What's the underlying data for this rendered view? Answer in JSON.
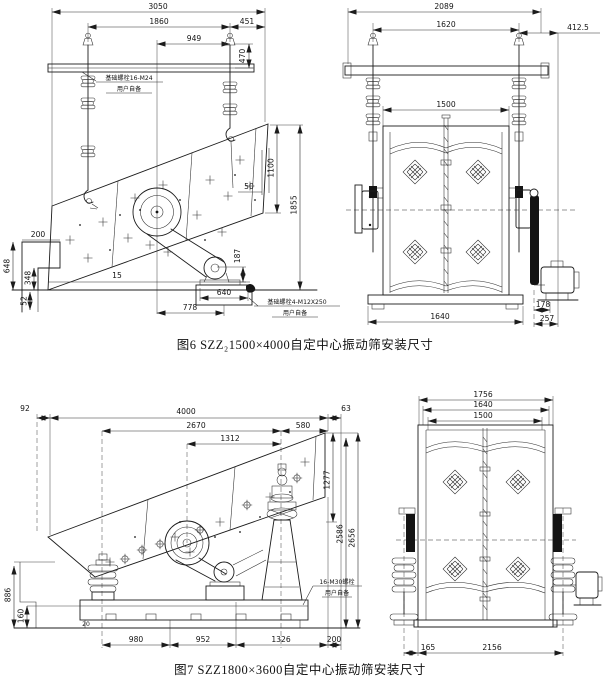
{
  "figure6": {
    "caption": "图6 SZZ₂1500×4000自定中心振动筛安装尺寸",
    "side_view": {
      "dim_overall_length": "3050",
      "dim_hanger_spacing": "1860",
      "dim_hanger_to_end": "451",
      "dim_pulley_to_hanger": "949",
      "dim_hanger_height": "470",
      "dim_clearance": "50",
      "dim_screen_depth": "1100",
      "dim_total_height": "1855",
      "dim_motor_mount_height": "187",
      "dim_chute_top_width": "200",
      "dim_chute_height": "648",
      "dim_chute_lower_height": "348",
      "dim_pit_depth": "52",
      "dim_ground_clearance": "15",
      "dim_motor_base_width": "640",
      "dim_pulley_to_motor": "778",
      "note_beam_bolt_line1": "基础螺栓16-M24",
      "note_beam_bolt_line2": "用户自备",
      "note_motor_bolt_line1": "基础螺栓4-M12X250",
      "note_motor_bolt_line2": "用户自备"
    },
    "end_view": {
      "dim_overall_width": "2089",
      "dim_hanger_spacing": "1620",
      "dim_hanger_offset": "412.5",
      "dim_screen_width": "1500",
      "dim_base_width": "1640",
      "dim_motor_offset_1": "178",
      "dim_motor_offset_2": "257"
    }
  },
  "figure7": {
    "caption": "图7 SZZ1800×3600自定中心振动筛安装尺寸",
    "side_view": {
      "dim_left_offset": "92",
      "dim_overall_length": "4000",
      "dim_right_offset": "63",
      "dim_body_length": "2670",
      "dim_exciter_to_end": "580",
      "dim_pulley_to_exciter": "1312",
      "dim_exciter_height": "1277",
      "dim_height_to_corner": "2586",
      "dim_total_height": "2656",
      "dim_chute_height": "886",
      "dim_base_height": "160",
      "dim_base_overhang": "20",
      "dim_support_to_pulley": "980",
      "dim_pulley_to_exciter_base": "952",
      "dim_exciter_to_body_end": "1326",
      "dim_end_overhang": "200",
      "note_base_bolt_line1": "16-M30螺栓",
      "note_base_bolt_line2": "用户自备"
    },
    "end_view": {
      "dim_overall_width": "1756",
      "dim_mid_width": "1640",
      "dim_screen_width": "1500",
      "dim_spring_to_wall": "165",
      "dim_spring_spacing": "2156"
    }
  }
}
